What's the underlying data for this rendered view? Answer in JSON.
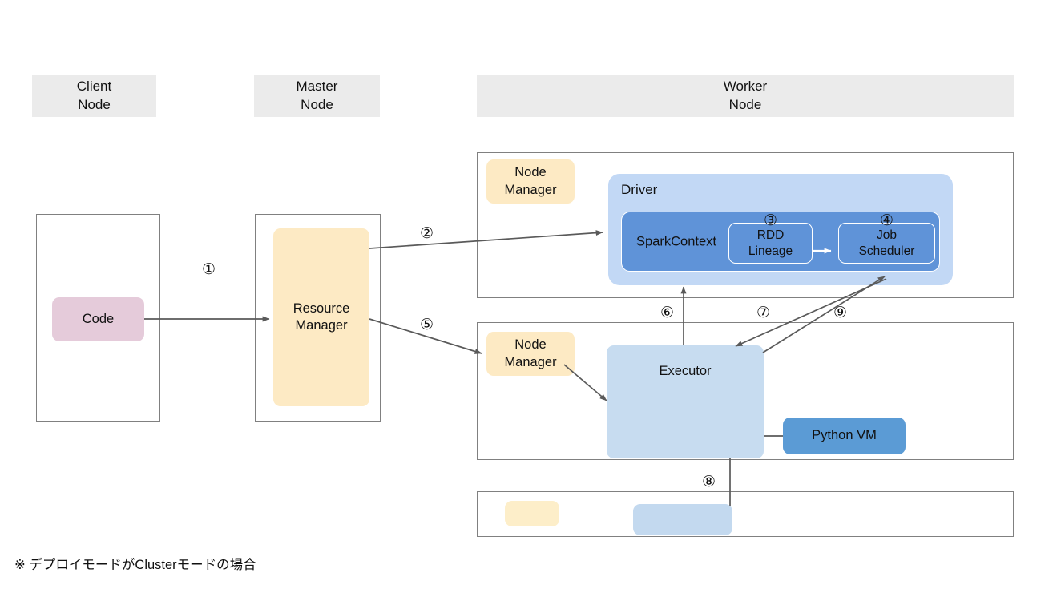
{
  "columns": [
    {
      "id": "client",
      "label": "Client\nNode"
    },
    {
      "id": "master",
      "label": "Master\nNode"
    },
    {
      "id": "worker",
      "label": "Worker\nNode"
    }
  ],
  "client_node": {
    "code_box": "Code"
  },
  "master_node": {
    "resource_manager": "Resource\nManager"
  },
  "worker_upper": {
    "node_manager": "Node\nManager",
    "driver_label": "Driver",
    "sparkcontext_label": "SparkContext",
    "rdd_lineage": "RDD\nLineage",
    "job_scheduler": "Job\nScheduler"
  },
  "worker_lower": {
    "node_manager": "Node\nManager",
    "executor": "Executor",
    "python_vm": "Python VM"
  },
  "worker_bottom_strip": {
    "yellow_block": "",
    "blue_block": ""
  },
  "steps": {
    "s1": "①",
    "s2": "②",
    "s3": "③",
    "s4": "④",
    "s5": "⑤",
    "s6": "⑥",
    "s7": "⑦",
    "s8": "⑧",
    "s9": "⑨"
  },
  "footnote": "※ デプロイモードがClusterモードの場合",
  "colors": {
    "header_band": "#ebebeb",
    "frame_border": "#808080",
    "yellow": "#fdeac4",
    "pink": "#e5cbda",
    "driver_pale_blue": "#c2d8f5",
    "sparkcontext_blue": "#5f93d8",
    "executor_light_blue": "#c7dcf0",
    "python_vm_blue": "#5b9bd5",
    "arrow_gray": "#5a5a5a"
  }
}
